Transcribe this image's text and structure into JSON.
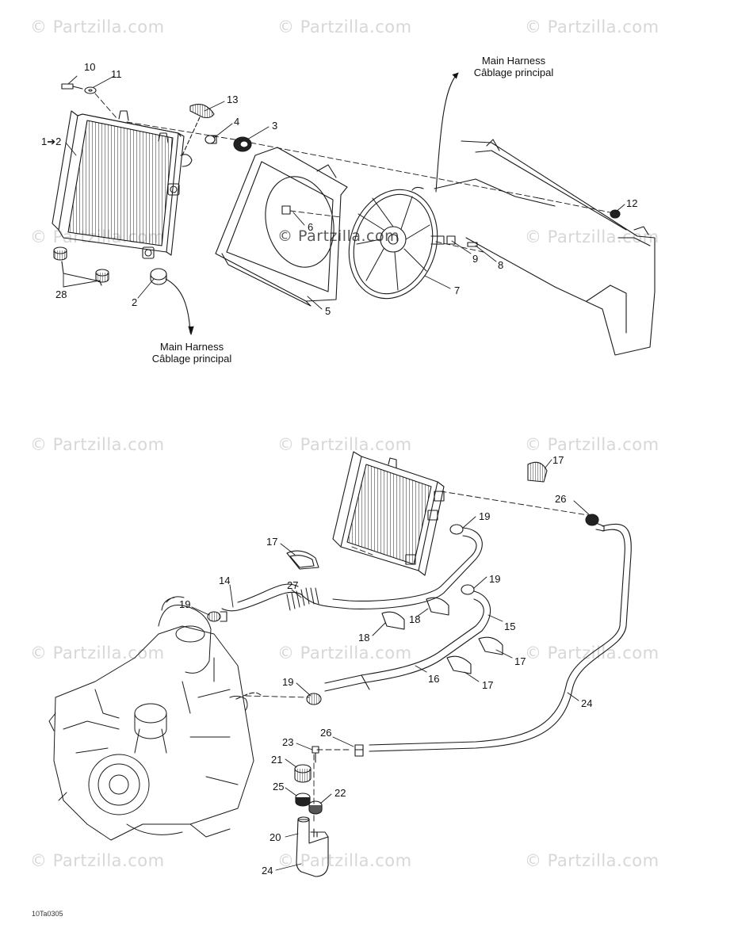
{
  "watermark": "© Partzilla.com",
  "drawing_code": "10Ta0305",
  "notes": {
    "main_harness_top_en": "Main Harness",
    "main_harness_top_fr": "Câblage principal",
    "main_harness_left_en": "Main Harness",
    "main_harness_left_fr": "Câblage principal"
  },
  "callouts": {
    "c_10": "10",
    "c_11": "11",
    "c_13": "13",
    "c_4": "4",
    "c_3": "3",
    "c_1to2": "1➔2",
    "c_12": "12",
    "c_6": "6",
    "c_9": "9",
    "c_8": "8",
    "c_7": "7",
    "c_5": "5",
    "c_28": "28",
    "c_2": "2",
    "c_17a": "17",
    "c_26a": "26",
    "c_19a": "19",
    "c_17b": "17",
    "c_14": "14",
    "c_27": "27",
    "c_19b": "19",
    "c_19c": "19",
    "c_18a": "18",
    "c_18b": "18",
    "c_15": "15",
    "c_17c": "17",
    "c_16": "16",
    "c_17d": "17",
    "c_19d": "19",
    "c_24a": "24",
    "c_26b": "26",
    "c_23": "23",
    "c_21": "21",
    "c_25": "25",
    "c_22": "22",
    "c_20": "20",
    "c_24b": "24"
  }
}
